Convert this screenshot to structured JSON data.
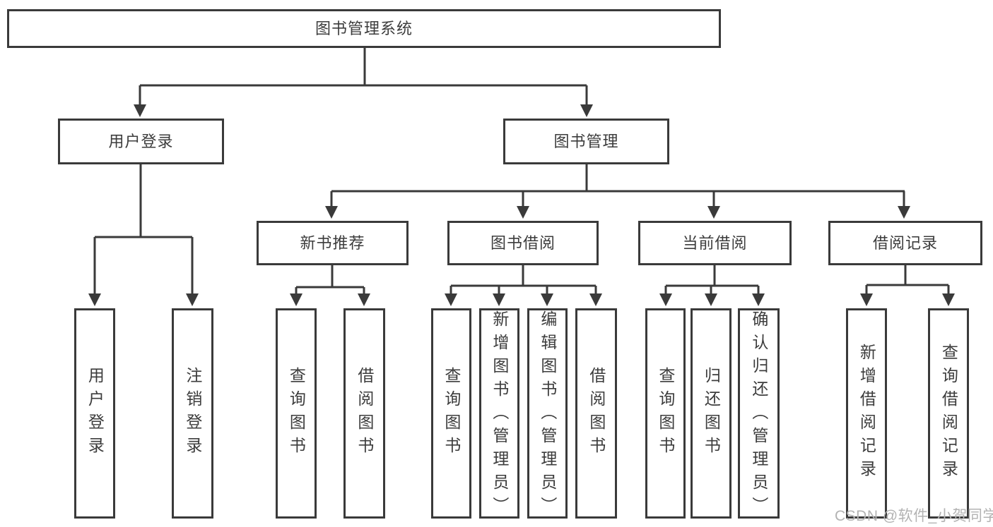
{
  "diagram": {
    "root": {
      "label": "图书管理系统"
    },
    "level2": [
      {
        "label": "用户登录",
        "leaves": [
          {
            "label": "用户登录"
          },
          {
            "label": "注销登录"
          }
        ]
      },
      {
        "label": "图书管理"
      }
    ],
    "level3": [
      {
        "label": "新书推荐",
        "leaves": [
          {
            "label": "查询图书"
          },
          {
            "label": "借阅图书"
          }
        ]
      },
      {
        "label": "图书借阅",
        "leaves": [
          {
            "label": "查询图书"
          },
          {
            "label": "新增图书（管理员）"
          },
          {
            "label": "编辑图书（管理员）"
          },
          {
            "label": "借阅图书"
          }
        ]
      },
      {
        "label": "当前借阅",
        "leaves": [
          {
            "label": "查询图书"
          },
          {
            "label": "归还图书"
          },
          {
            "label": "确认归还（管理员）"
          }
        ]
      },
      {
        "label": "借阅记录",
        "leaves": [
          {
            "label": "新增借阅记录"
          },
          {
            "label": "查询借阅记录"
          }
        ]
      }
    ]
  },
  "watermark": {
    "text": "CSDN @软件_小贺同学"
  },
  "colors": {
    "line": "#3a3a3a",
    "text": "#3c3c3c",
    "background": "#ffffff",
    "watermark": "#b3b3b3"
  }
}
